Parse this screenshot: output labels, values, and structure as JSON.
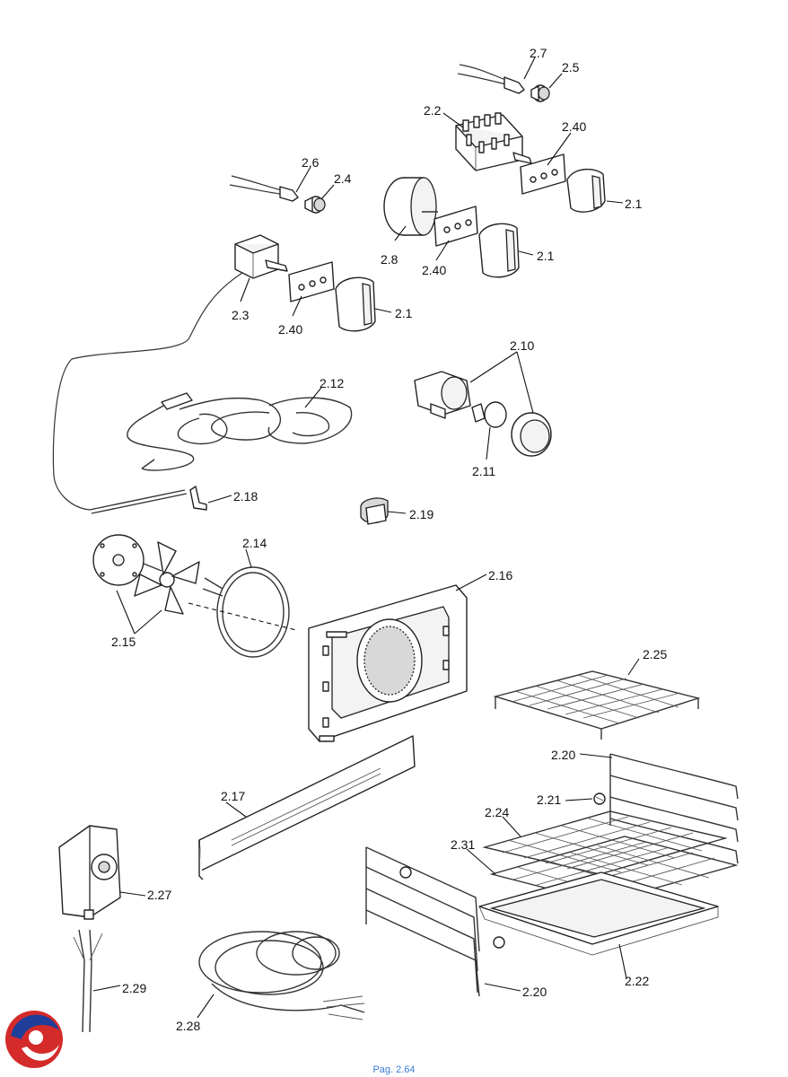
{
  "diagram": {
    "labels": {
      "l_2_1a": "2.1",
      "l_2_1b": "2.1",
      "l_2_1c": "2.1",
      "l_2_2": "2.2",
      "l_2_3": "2.3",
      "l_2_4": "2.4",
      "l_2_5": "2.5",
      "l_2_6": "2.6",
      "l_2_7": "2.7",
      "l_2_8": "2.8",
      "l_2_40a": "2.40",
      "l_2_40b": "2.40",
      "l_2_40c": "2.40",
      "l_2_10": "2.10",
      "l_2_11": "2.11",
      "l_2_12": "2.12",
      "l_2_14": "2.14",
      "l_2_15": "2.15",
      "l_2_16": "2.16",
      "l_2_17": "2.17",
      "l_2_18": "2.18",
      "l_2_19": "2.19",
      "l_2_20a": "2.20",
      "l_2_20b": "2.20",
      "l_2_21": "2.21",
      "l_2_22": "2.22",
      "l_2_24": "2.24",
      "l_2_25": "2.25",
      "l_2_27": "2.27",
      "l_2_28": "2.28",
      "l_2_29": "2.29",
      "l_2_31": "2.31"
    }
  },
  "footer": {
    "page": "Pag. 2.64"
  },
  "colors": {
    "logo_red": "#d42a2a",
    "logo_blue": "#1f3f9a",
    "footer_text": "#3a7bd5"
  }
}
